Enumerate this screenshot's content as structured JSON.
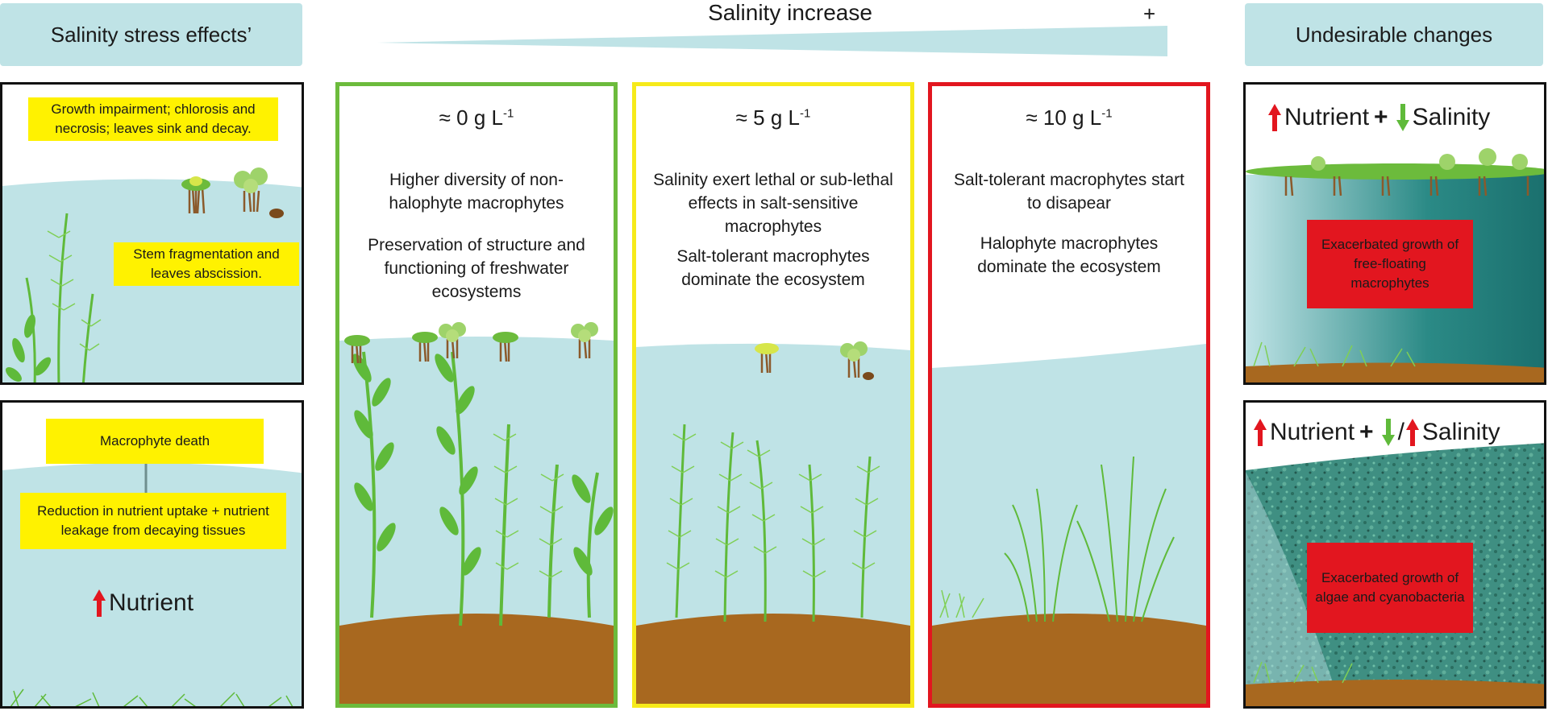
{
  "headers": {
    "left": "Salinity stress effects’",
    "right": "Undesirable changes"
  },
  "gradient": {
    "title": "Salinity increase",
    "plus": "+"
  },
  "left_panels": {
    "top": {
      "box1": "Growth impairment; chlorosis and necrosis; leaves sink and decay.",
      "box2": "Stem fragmentation and leaves abscission."
    },
    "bottom": {
      "box1": "Macrophyte death",
      "box2": "Reduction in nutrient uptake + nutrient leakage from decaying tissues",
      "nutrient": "Nutrient"
    }
  },
  "columns": [
    {
      "conc": "≈ 0 g L",
      "exp": "-1",
      "text1": "Higher diversity of non-halophyte macrophytes",
      "text2": "Preservation of structure and functioning of freshwater ecosystems",
      "border": "#6cbb3c"
    },
    {
      "conc": "≈ 5 g L",
      "exp": "-1",
      "text1": "Salinity exert lethal or sub-lethal effects in salt-sensitive macrophytes",
      "text2": "Salt-tolerant macrophytes dominate the ecosystem",
      "border": "#f6ea1a"
    },
    {
      "conc": "≈ 10 g L",
      "exp": "-1",
      "text1": "Salt-tolerant macrophytes start to disapear",
      "text2": "Halophyte macrophytes dominate the ecosystem",
      "border": "#e2161f"
    }
  ],
  "right_panels": {
    "top": {
      "nutrient": "Nutrient",
      "plus": "+",
      "salinity": "Salinity",
      "box": "Exacerbated growth of free-floating macrophytes"
    },
    "bottom": {
      "nutrient": "Nutrient",
      "plus": "+",
      "slash": "/",
      "salinity": "Salinity",
      "box": "Exacerbated growth of algae and cyanobacteria"
    }
  },
  "colors": {
    "water": "#bfe3e6",
    "sediment": "#a8681f",
    "plant": "#5fba3a",
    "red_box": "#e2161f",
    "yellow_box": "#fff200"
  }
}
